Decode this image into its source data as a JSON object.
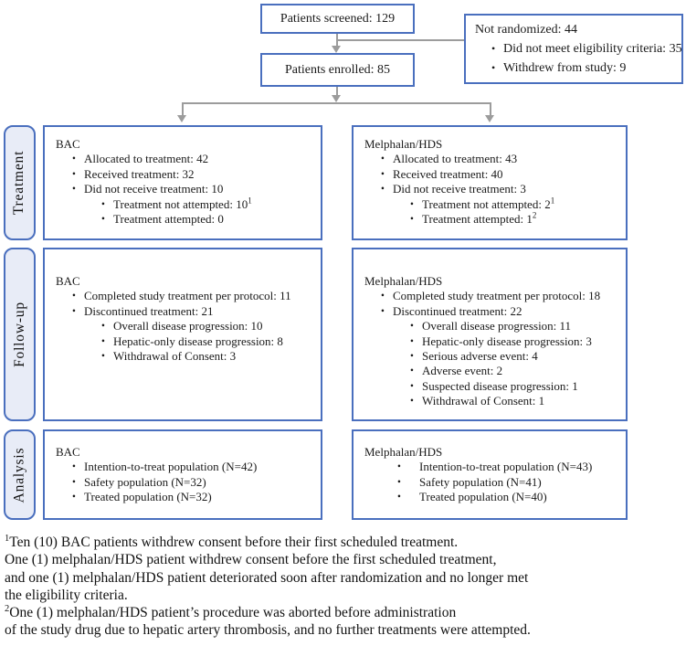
{
  "colors": {
    "box_border": "#4a6fbe",
    "label_fill": "#e8ecf7",
    "connector_gray": "#9c9c9c",
    "text": "#1a1a1a"
  },
  "top": {
    "screened": "Patients screened: 129",
    "enrolled": "Patients enrolled: 85",
    "not_randomized": {
      "title": "Not randomized: 44",
      "items": [
        {
          "level": 1,
          "text": "Did not meet eligibility criteria: 35"
        },
        {
          "level": 1,
          "text": "Withdrew from study: 9"
        }
      ]
    }
  },
  "rows": [
    {
      "label": "Treatment",
      "left": {
        "title": "BAC",
        "items": [
          {
            "level": 1,
            "text": "Allocated to treatment: 42"
          },
          {
            "level": 1,
            "text": "Received treatment: 32"
          },
          {
            "level": 1,
            "text": "Did not receive treatment: 10"
          },
          {
            "level": 2,
            "text": "Treatment not attempted: 10",
            "sup": "1"
          },
          {
            "level": 2,
            "text": "Treatment attempted: 0"
          }
        ]
      },
      "right": {
        "title": "Melphalan/HDS",
        "items": [
          {
            "level": 1,
            "text": "Allocated to treatment: 43"
          },
          {
            "level": 1,
            "text": "Received treatment: 40"
          },
          {
            "level": 1,
            "text": "Did not receive treatment: 3"
          },
          {
            "level": 2,
            "text": "Treatment not attempted: 2",
            "sup": "1"
          },
          {
            "level": 2,
            "text": "Treatment attempted: 1",
            "sup": "2"
          }
        ]
      }
    },
    {
      "label": "Follow-up",
      "left": {
        "title": "BAC",
        "items": [
          {
            "level": 1,
            "text": "Completed study treatment per protocol: 11"
          },
          {
            "level": 1,
            "text": "Discontinued treatment: 21"
          },
          {
            "level": 2,
            "text": "Overall disease progression: 10"
          },
          {
            "level": 2,
            "text": "Hepatic-only disease progression: 8"
          },
          {
            "level": 2,
            "text": "Withdrawal of Consent: 3"
          }
        ]
      },
      "right": {
        "title": "Melphalan/HDS",
        "items": [
          {
            "level": 1,
            "text": "Completed study treatment per protocol: 18"
          },
          {
            "level": 1,
            "text": "Discontinued treatment: 22"
          },
          {
            "level": 2,
            "text": "Overall disease progression: 11"
          },
          {
            "level": 2,
            "text": "Hepatic-only disease progression: 3"
          },
          {
            "level": 2,
            "text": "Serious adverse event: 4"
          },
          {
            "level": 2,
            "text": "Adverse event: 2"
          },
          {
            "level": 2,
            "text": "Suspected disease progression: 1"
          },
          {
            "level": 2,
            "text": "Withdrawal of Consent: 1"
          }
        ]
      }
    },
    {
      "label": "Analysis",
      "left": {
        "title": "BAC",
        "items": [
          {
            "level": 1,
            "text": "Intention-to-treat population (N=42)"
          },
          {
            "level": 1,
            "text": "Safety population (N=32)"
          },
          {
            "level": 1,
            "text": "Treated population (N=32)"
          }
        ]
      },
      "right": {
        "title": "Melphalan/HDS",
        "items": [
          {
            "level": 1,
            "text": "Intention-to-treat population (N=43)"
          },
          {
            "level": 1,
            "text": "Safety population (N=41)"
          },
          {
            "level": 1,
            "text": "Treated population (N=40)"
          }
        ]
      }
    }
  ],
  "footnotes": [
    {
      "sup": "1",
      "text": "Ten (10) BAC patients withdrew consent before their first scheduled treatment."
    },
    {
      "text": "One (1) melphalan/HDS patient withdrew consent before the first scheduled treatment,"
    },
    {
      "text": "and one (1) melphalan/HDS patient deteriorated soon after randomization and no longer met"
    },
    {
      "text": "the eligibility criteria."
    },
    {
      "sup": "2",
      "text": "One (1) melphalan/HDS patient’s procedure was aborted before administration"
    },
    {
      "text": "of the study drug due to hepatic artery thrombosis, and no further treatments were attempted."
    }
  ]
}
